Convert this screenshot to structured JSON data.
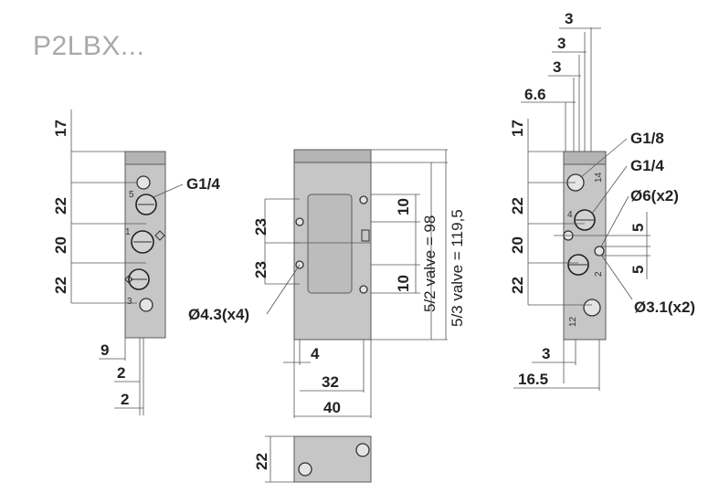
{
  "title": "P2LBX...",
  "left_view": {
    "dims_vertical": [
      "17",
      "22",
      "20",
      "22"
    ],
    "dims_horizontal": [
      "9",
      "2",
      "2"
    ],
    "port_label": "G1/4",
    "port_numbers": [
      "5",
      "1",
      "3"
    ]
  },
  "front_view": {
    "dims_vertical": [
      "23",
      "23",
      "10",
      "10"
    ],
    "valve_52": "5/2 valve = 98",
    "valve_53": "5/3 valve = 119,5",
    "hole_label": "Ø4.3(x4)",
    "dims_horizontal": [
      "4",
      "32",
      "40"
    ]
  },
  "bottom_view": {
    "dim": "22"
  },
  "right_view": {
    "dims_top": [
      "3",
      "3",
      "3",
      "6.6"
    ],
    "dims_vertical": [
      "17",
      "22",
      "20",
      "22"
    ],
    "port_labels": [
      "G1/8",
      "G1/4",
      "Ø6(x2)",
      "Ø3.1(x2)"
    ],
    "dims_side": [
      "5",
      "5"
    ],
    "dims_bottom": [
      "3",
      "16.5"
    ],
    "port_numbers": [
      "14",
      "4",
      "2",
      "12"
    ]
  }
}
